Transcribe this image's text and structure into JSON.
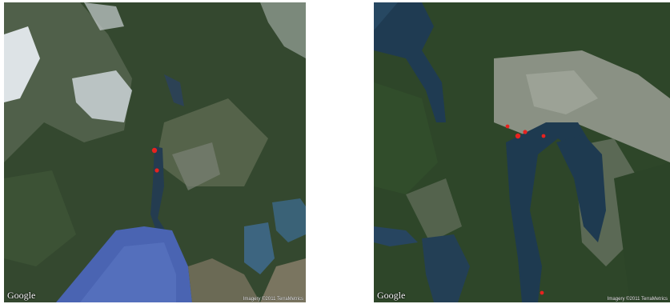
{
  "maps": [
    {
      "logo": "Google",
      "attribution": "Imagery ©2011 TerraMetrics",
      "marker_color": "#e8221f",
      "marker_count": 2
    },
    {
      "logo": "Google",
      "attribution": "Imagery ©2011 TerraMetrics",
      "marker_color": "#e8221f",
      "marker_count": 5
    }
  ],
  "colors": {
    "forest": "#2f4a2c",
    "water_deep": "#1f3b52",
    "sea": "#3f5fa8",
    "snow": "#e6ebee",
    "urban": "#8a9184"
  }
}
